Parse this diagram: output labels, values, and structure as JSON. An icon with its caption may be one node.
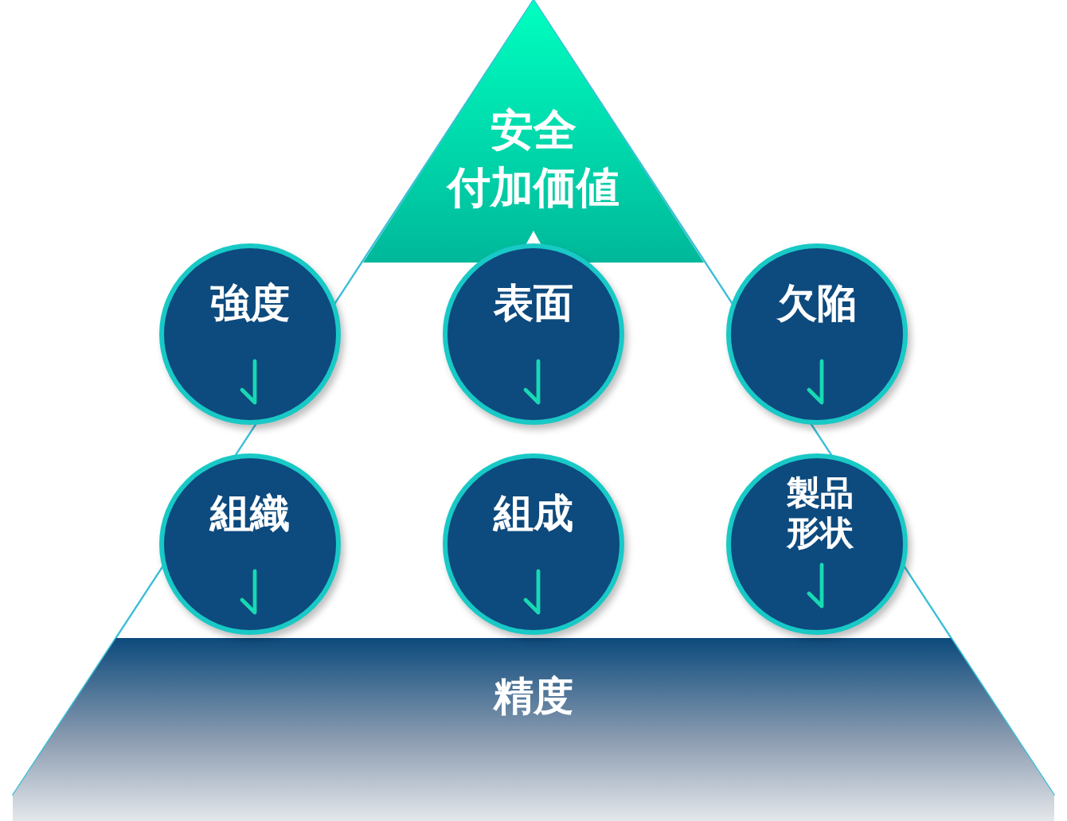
{
  "diagram": {
    "nodes": [
      {
        "text": [
          "安全",
          "付加価値"
        ]
      },
      {
        "text": [
          "強度"
        ]
      },
      {
        "text": [
          "表面"
        ]
      },
      {
        "text": [
          "欠陥"
        ]
      },
      {
        "text": [
          "組織"
        ]
      },
      {
        "text": [
          "組成"
        ]
      },
      {
        "text": [
          "製品形状"
        ]
      },
      {
        "text": [
          "精度"
        ]
      }
    ]
  }
}
